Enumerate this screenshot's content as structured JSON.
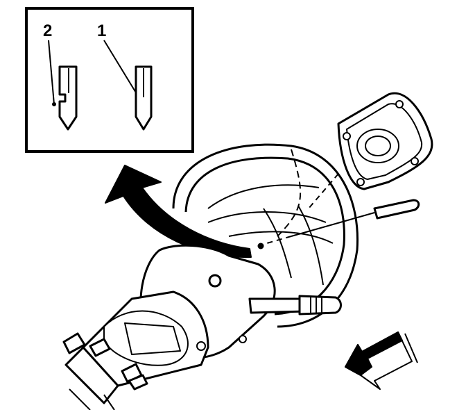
{
  "figure": {
    "callouts": [
      {
        "number": "2",
        "part": "tool-tip-with-notch"
      },
      {
        "number": "1",
        "part": "tool-tip-plain"
      }
    ]
  },
  "colors": {
    "ink": "#000000",
    "paper": "#ffffff"
  },
  "icons": [
    "rotation-arrow-icon",
    "direction-arrow-icon"
  ]
}
